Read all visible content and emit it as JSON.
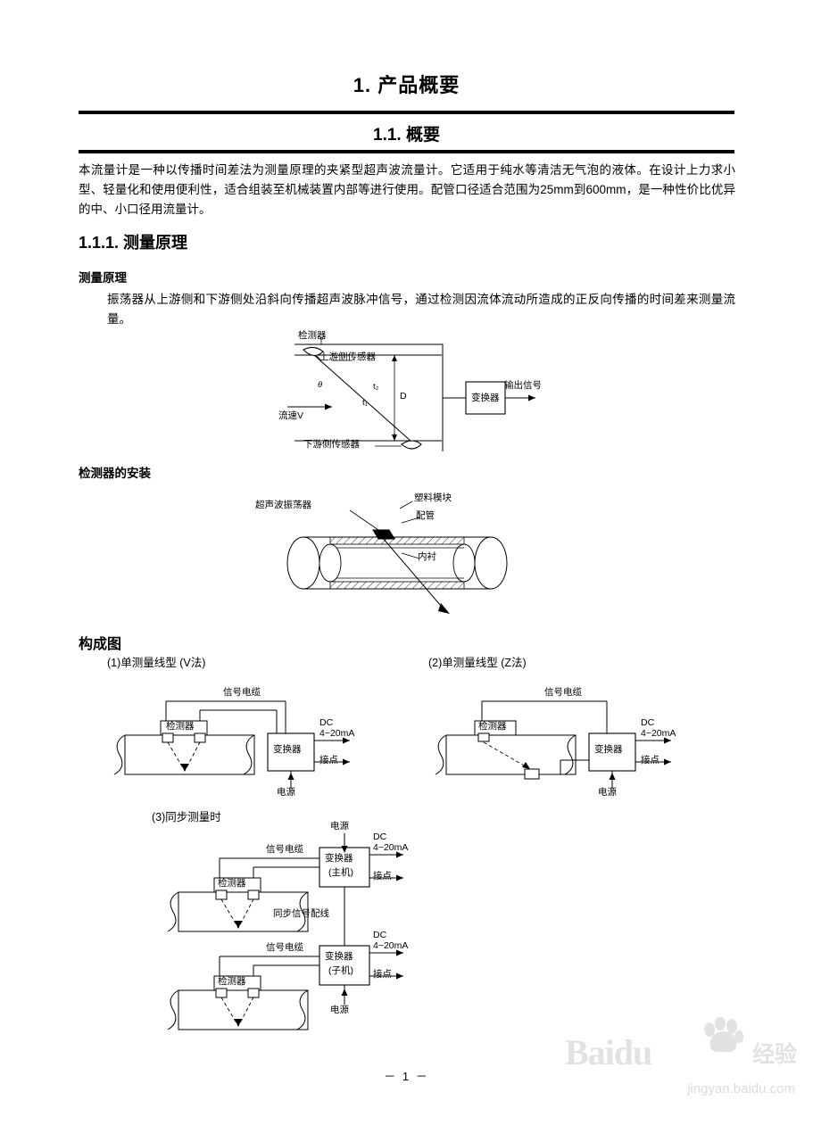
{
  "document": {
    "chapter_title": "1. 产品概要",
    "section_title": "1.1. 概要",
    "intro_paragraph": "本流量计是一种以传播时间差法为测量原理的夹紧型超声波流量计。它适用于纯水等清洁无气泡的液体。在设计上力求小型、轻量化和使用便利性，适合组装至机械装置内部等进行使用。配管口径适合范围为25mm到600mm，是一种性价比优异的中、小口径用流量计。",
    "subsection_title": "1.1.1. 测量原理",
    "heading_principle": "测量原理",
    "principle_body": "振荡器从上游侧和下游侧处沿斜向传播超声波脉冲信号，通过检测因流体流动所造成的正反向传播的时间差来测量流量。",
    "heading_installation": "检测器的安装",
    "heading_composition": "构成图",
    "page_number": "－ 1 －"
  },
  "figure_principle": {
    "detector": "检测器",
    "upstream_sensor": "上游侧传感器",
    "downstream_sensor": "下游侧传感器",
    "theta": "θ",
    "t2": "t₂",
    "t1": "t₁",
    "diameter": "D",
    "flow_velocity": "流速V",
    "converter": "变换器",
    "output_signal": "输出信号"
  },
  "figure_installation": {
    "oscillator": "超声波振荡器",
    "plastic_module": "塑料模块",
    "piping": "配管",
    "lining": "内衬"
  },
  "figure_composition": {
    "caption_1": "(1)单测量线型 (V法)",
    "caption_2": "(2)单测量线型 (Z法)",
    "caption_3": "(3)同步测量时",
    "signal_cable": "信号电缆",
    "detector": "检测器",
    "converter": "变换器",
    "converter_master": "(主机)",
    "converter_slave": "(子机)",
    "dc": "DC",
    "current": "4~20mA",
    "contact": "接点",
    "power": "电源",
    "sync_cable": "同步信号配线"
  },
  "watermark": {
    "brand": "Baidu",
    "suffix": "经验",
    "url": "jingyan.baidu.com"
  }
}
